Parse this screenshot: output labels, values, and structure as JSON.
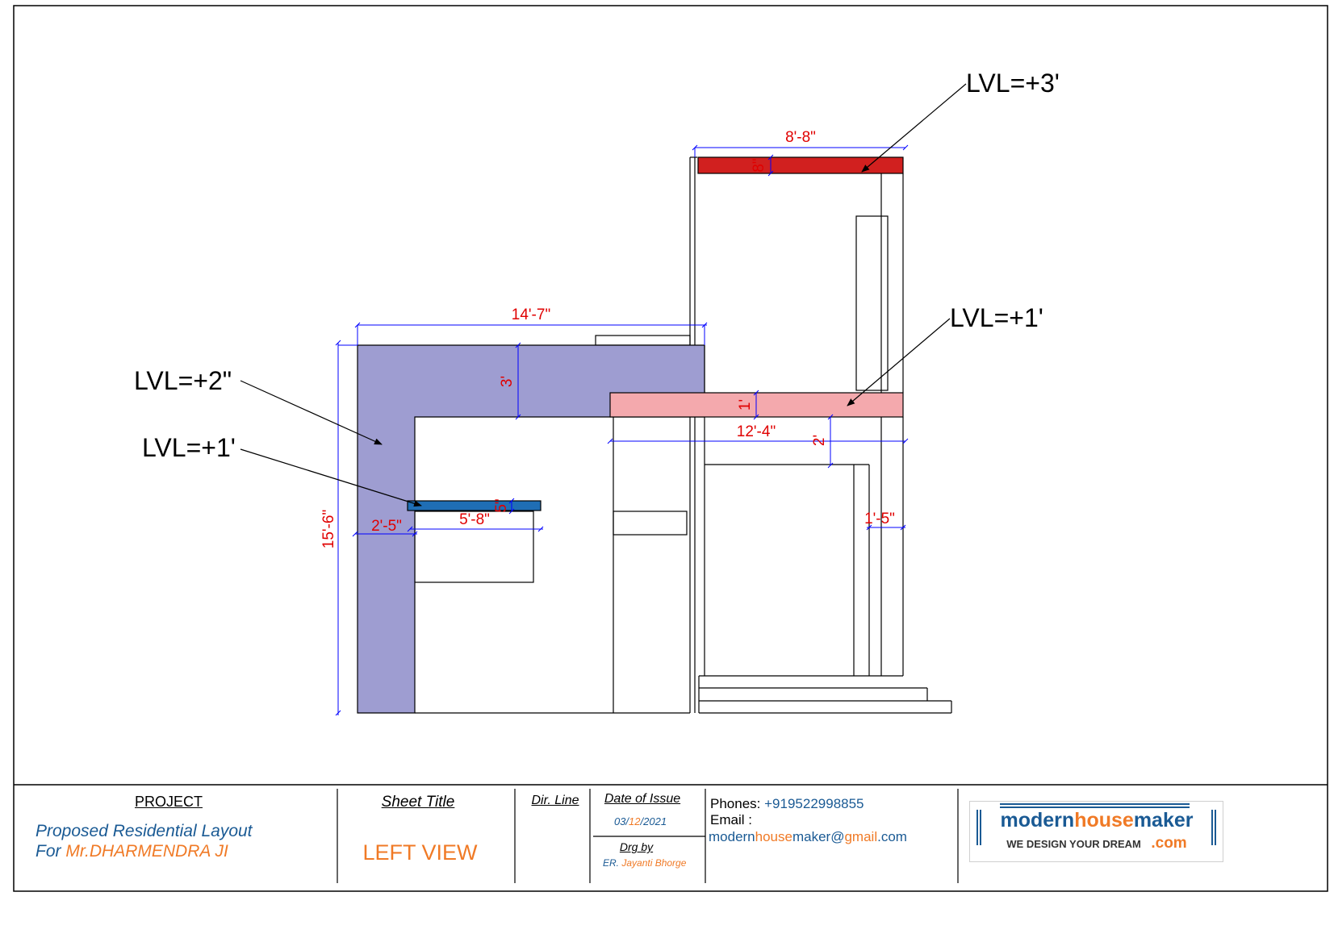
{
  "levels": {
    "top": "LVL=+3'",
    "mid_right": "LVL=+1'",
    "mid_left": "LVL=+2\"",
    "low_left": "LVL=+1'"
  },
  "dimensions": {
    "top_width": "8'-8\"",
    "top_thk": "8\"",
    "left_width": "14'-7\"",
    "left_depth": "3'",
    "right_thk": "1'",
    "right_width": "12'-4\"",
    "right_drop": "2'",
    "shelf_thk": "5\"",
    "shelf_width": "5'-8\"",
    "shelf_offset": "2'-5\"",
    "total_height": "15'-6\"",
    "right_offset": "1'-5\""
  },
  "colors": {
    "purple": "#9e9dd1",
    "pink": "#f4a9ad",
    "red": "#d1201f",
    "blue": "#1f6eb5",
    "dim_line": "#0000ff",
    "dim_text": "#e00000",
    "accent_blue": "#1a5a94",
    "accent_orange": "#f07a26"
  },
  "title_block": {
    "project_label": "PROJECT",
    "project_line1": "Proposed Residential Layout",
    "project_line2_prefix": "For ",
    "project_line2_name": "Mr.DHARMENDRA JI",
    "sheet_title_label": "Sheet Title",
    "sheet_title": "LEFT VIEW",
    "dir_line_label": "Dir. Line",
    "date_label": "Date of Issue",
    "date_day": "03",
    "date_month": "12",
    "date_year": "2021",
    "drg_label": "Drg by",
    "drg_prefix": "ER. ",
    "drg_name": "Jayanti Bhorge",
    "phones_label": "Phones:",
    "phones_value": "+919522998855",
    "email_label": "Email :",
    "email_part1": "modern",
    "email_part2": "house",
    "email_part3": "maker@",
    "email_part4": "gmail",
    "email_part5": ".com",
    "logo_part1": "modern",
    "logo_part2": "house",
    "logo_part3": "maker",
    "logo_tagline": "WE DESIGN YOUR DREAM",
    "logo_com": ".com"
  }
}
